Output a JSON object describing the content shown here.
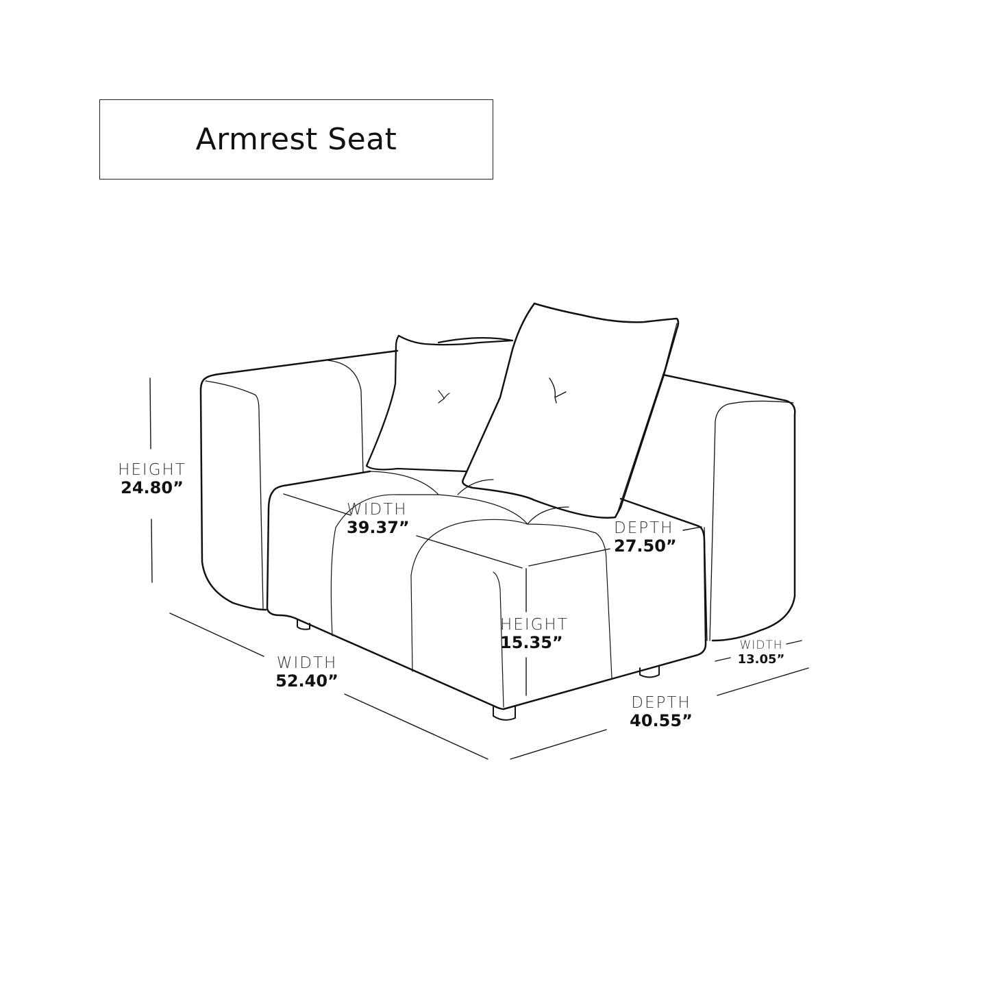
{
  "title": "Armrest Seat",
  "dimensions": {
    "overall_height": {
      "label": "HEIGHT",
      "value": "24.80”"
    },
    "seat_width": {
      "label": "WIDTH",
      "value": "39.37”"
    },
    "seat_depth": {
      "label": "DEPTH",
      "value": "27.50”"
    },
    "seat_height": {
      "label": "HEIGHT",
      "value": "15.35”"
    },
    "arm_width": {
      "label": "WIDTH",
      "value": "13.05”"
    },
    "overall_width": {
      "label": "WIDTH",
      "value": "52.40”"
    },
    "overall_depth": {
      "label": "DEPTH",
      "value": "40.55”"
    }
  },
  "colors": {
    "line": "#111111",
    "background": "#ffffff"
  }
}
